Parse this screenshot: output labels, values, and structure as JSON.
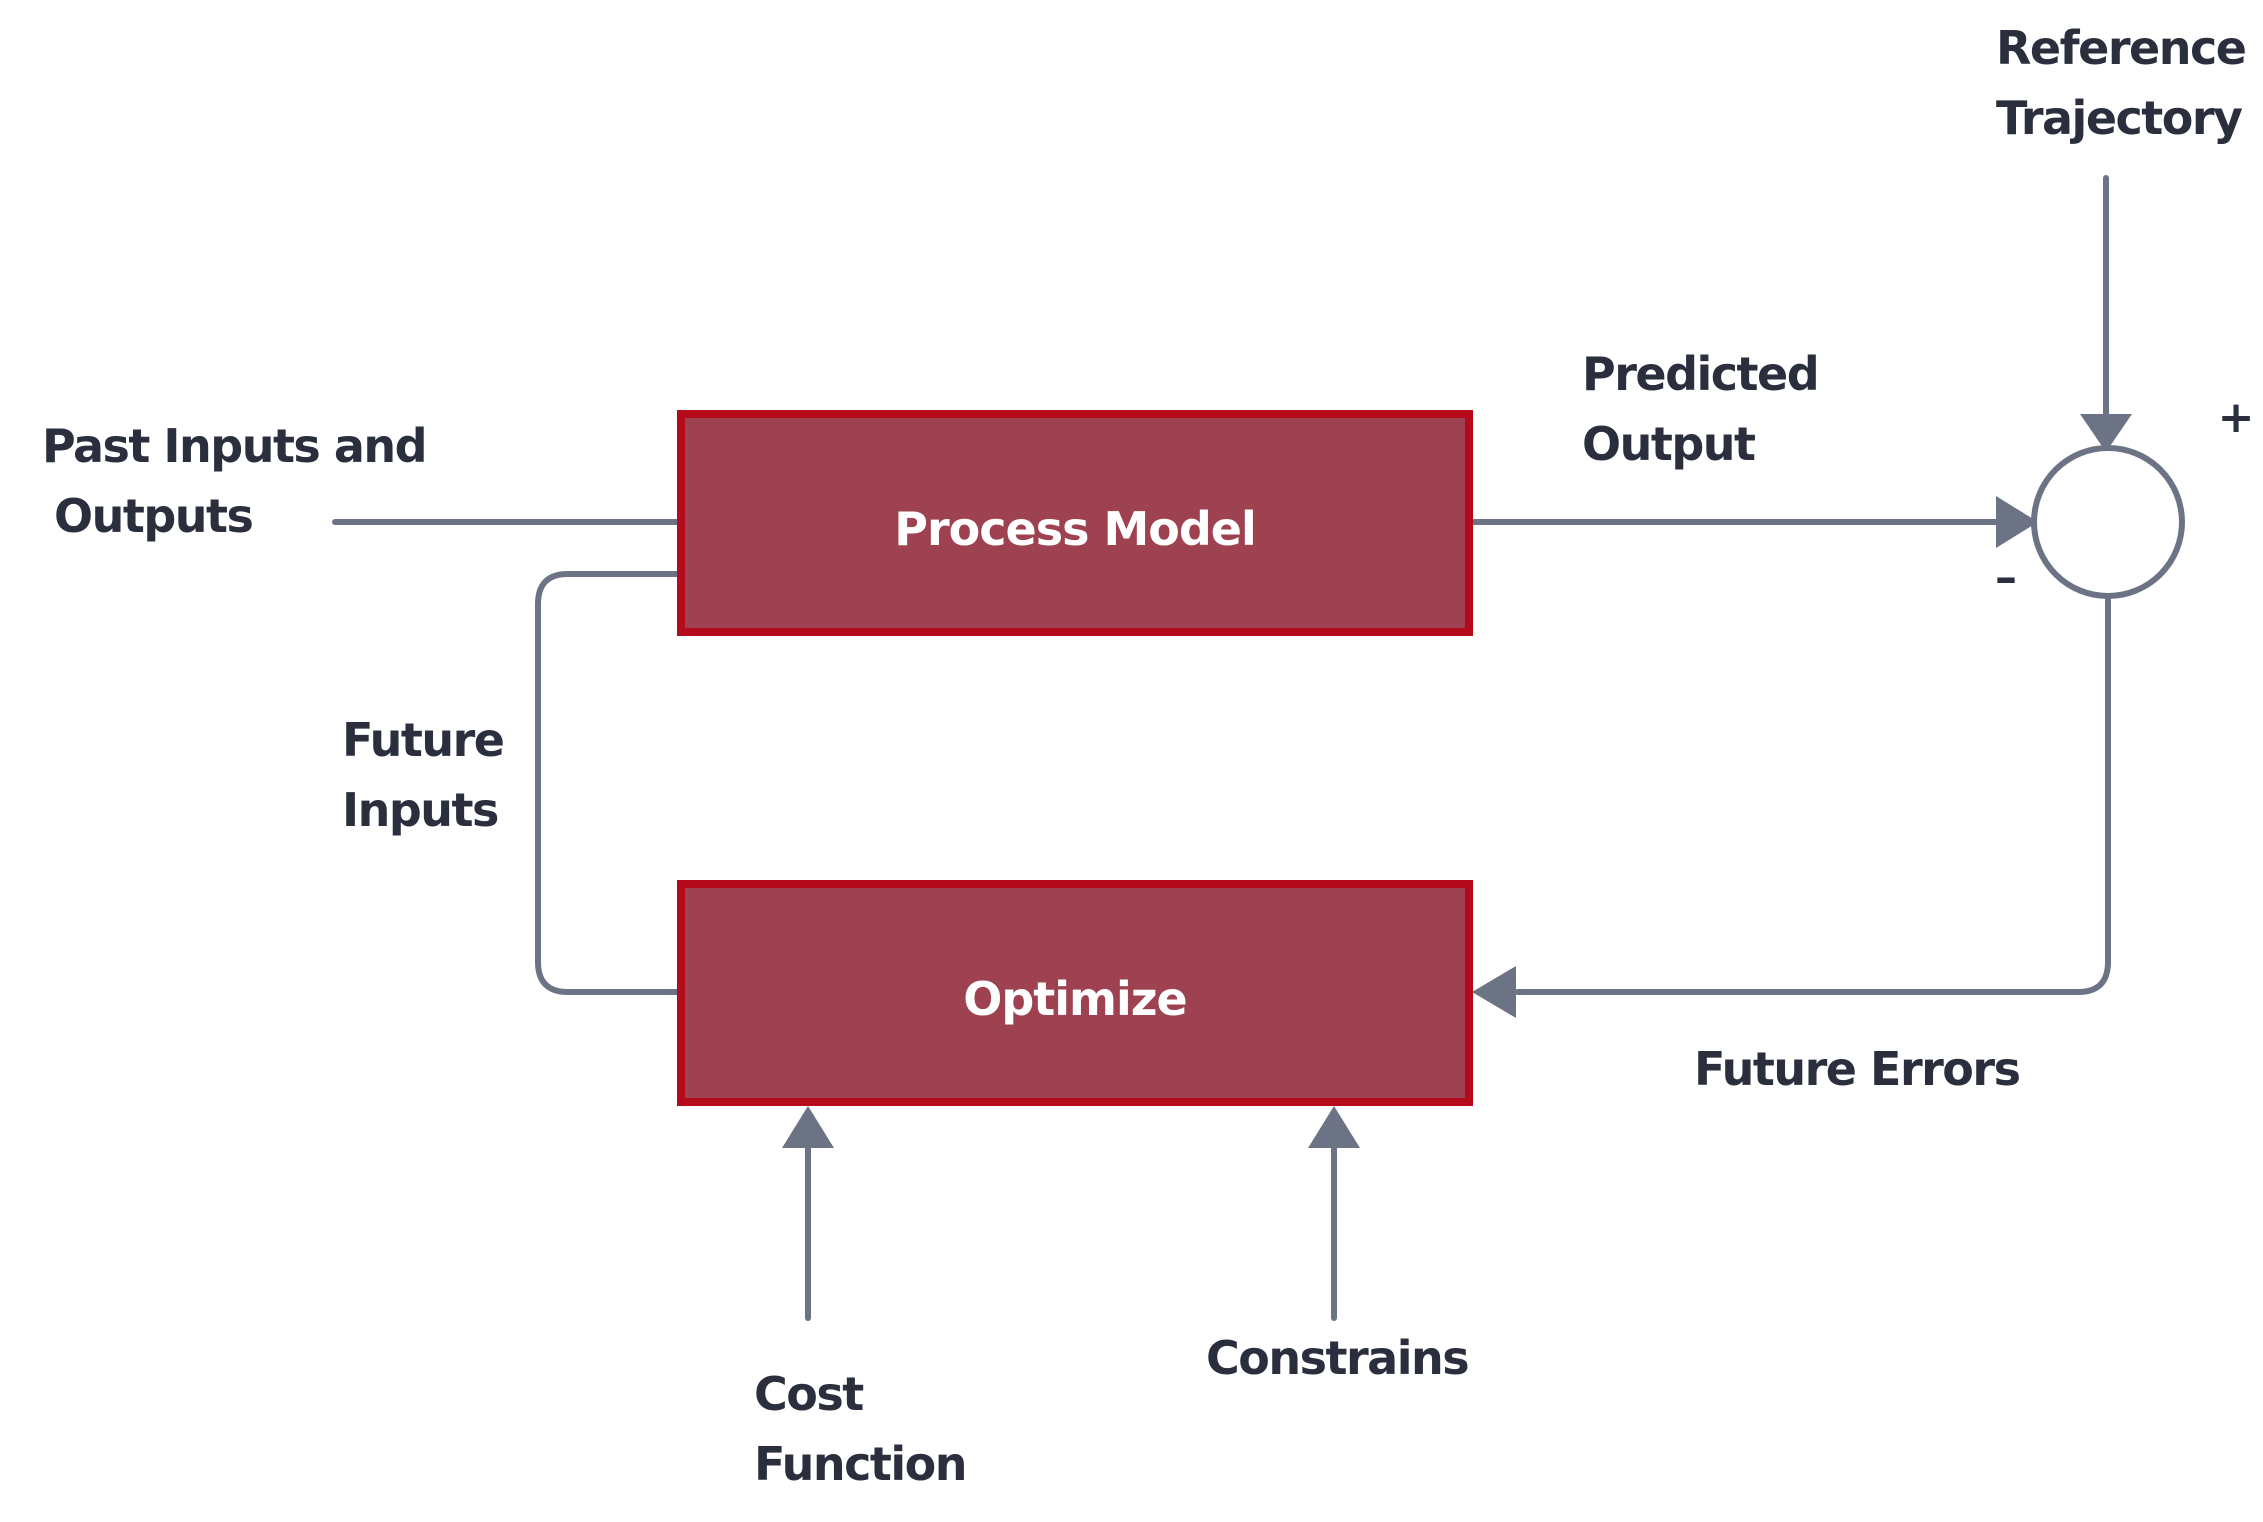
{
  "colors": {
    "block_fill": "#9e4150",
    "block_border": "#b5091c",
    "line": "#6c7385",
    "label_text": "#2a2e3d",
    "block_text": "#ffffff"
  },
  "blocks": {
    "process_model": "Process Model",
    "optimize": "Optimize"
  },
  "labels": {
    "past_inputs": [
      "Past Inputs and",
      "Outputs"
    ],
    "predicted_output": [
      "Predicted",
      "Output"
    ],
    "reference_trajectory": [
      "Reference",
      "Trajectory"
    ],
    "future_inputs": [
      "Future",
      "Inputs"
    ],
    "future_errors": "Future Errors",
    "cost_function": [
      "Cost",
      "Function"
    ],
    "constrains": "Constrains"
  },
  "summing_junction": {
    "plus_sign": "+",
    "minus_sign": "–"
  }
}
